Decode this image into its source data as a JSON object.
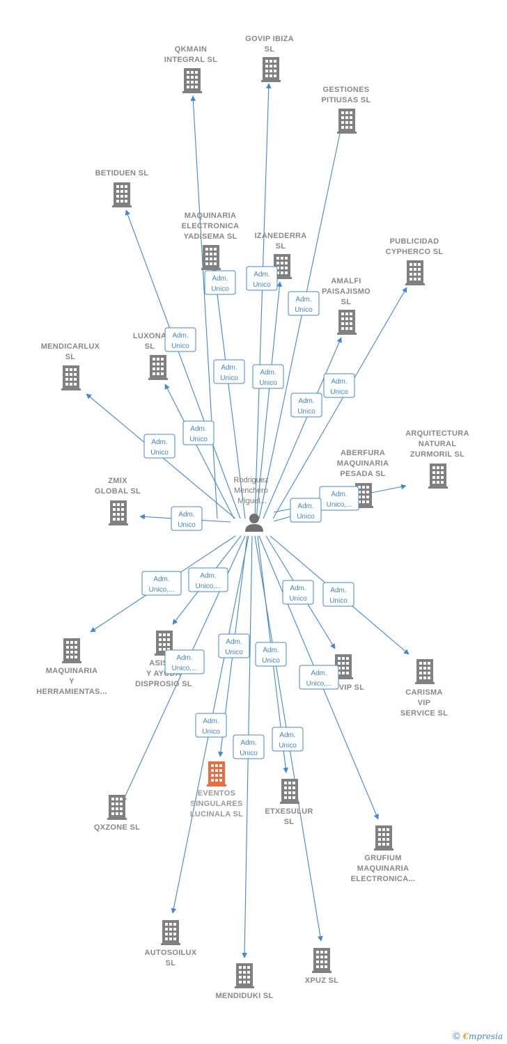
{
  "center": {
    "label": [
      "Rodriguez",
      "Menchero",
      "Miguel..."
    ]
  },
  "colors": {
    "edge": "#3f87d8",
    "building": "#808080",
    "focus": "#f26a3a"
  },
  "companies": [
    {
      "id": "qkmain",
      "label": [
        "QKMAIN",
        "INTEGRAL  SL"
      ],
      "role": "Adm.|Unico"
    },
    {
      "id": "govip",
      "label": [
        "GOVIP IBIZA",
        "SL"
      ],
      "role": "Adm.|Unico"
    },
    {
      "id": "gestiones",
      "label": [
        "GESTIONES",
        "PITIUSAS  SL"
      ],
      "role": "Adm.|Unico"
    },
    {
      "id": "betiduen",
      "label": [
        "BETIDUEN  SL"
      ],
      "role": "Adm.|Unico"
    },
    {
      "id": "maquinaria-yadisema",
      "label": [
        "MAQUINARIA",
        "ELECTRONICA",
        "YADISEMA  SL"
      ],
      "role": "Adm.|Unico"
    },
    {
      "id": "izanederra",
      "label": [
        "IZANEDERRA",
        "SL"
      ],
      "role": "Adm.|Unico"
    },
    {
      "id": "publicidad",
      "label": [
        "PUBLICIDAD",
        "CYPHERCO  SL"
      ],
      "role": "Adm.|Unico"
    },
    {
      "id": "amalfi",
      "label": [
        "AMALFI",
        "PAISAJISMO",
        "SL"
      ],
      "role": "Adm.|Unico"
    },
    {
      "id": "luxona",
      "label": [
        "LUXONA",
        "SL"
      ],
      "role": "Adm.|Unico"
    },
    {
      "id": "mendicarlux",
      "label": [
        "MENDICARLUX",
        "SL"
      ],
      "role": "Adm.|Unico"
    },
    {
      "id": "arquitectura",
      "label": [
        "ARQUITECTURA",
        "NATURAL",
        "ZURMORIL  SL"
      ],
      "role": "Adm.|Unico,..."
    },
    {
      "id": "aberfura",
      "label": [
        "ABERFURA",
        "MAQUINARIA",
        "PESADA  SL"
      ],
      "role": "Adm.|Unico"
    },
    {
      "id": "zmix",
      "label": [
        "ZMIX",
        "GLOBAL  SL"
      ],
      "role": "Adm.|Unico"
    },
    {
      "id": "maquinaria-herr",
      "label": [
        "MAQUINARIA",
        "Y",
        "HERRAMIENTAS..."
      ],
      "role": "Adm.|Unico,..."
    },
    {
      "id": "asiste",
      "label": [
        "ASISTE",
        "Y AYUDA",
        "DISPROSIO  SL"
      ],
      "role": "Adm.|Unico,..."
    },
    {
      "id": "vip",
      "label": [
        "VIP  SL"
      ],
      "role": "Adm.|Unico"
    },
    {
      "id": "carisma",
      "label": [
        "CARISMA",
        "VIP",
        "SERVICE  SL"
      ],
      "role": "Adm.|Unico"
    },
    {
      "id": "qxzone",
      "label": [
        "QXZONE  SL"
      ],
      "role": "Adm.|Unico"
    },
    {
      "id": "eventos",
      "label": [
        "EVENTOS",
        "SINGULARES",
        "LUCINALA  SL"
      ],
      "role": "Adm.|Unico",
      "focus": true
    },
    {
      "id": "etxesulur",
      "label": [
        "ETXESULUR",
        "SL"
      ],
      "role": "Adm.|Unico"
    },
    {
      "id": "grufium",
      "label": [
        "GRUFIUM",
        "MAQUINARIA",
        "ELECTRONICA..."
      ],
      "role": "Adm.|Unico,..."
    },
    {
      "id": "autosoilux",
      "label": [
        "AUTOSOILUX",
        "SL"
      ],
      "role": "Adm.|Unico"
    },
    {
      "id": "mendiduki",
      "label": [
        "MENDIDUKI  SL"
      ],
      "role": "Adm.|Unico"
    },
    {
      "id": "xpuz",
      "label": [
        "XPUZ  SL"
      ],
      "role": "Adm.|Unico"
    },
    {
      "id": "extra",
      "label": [],
      "role": "Adm.|Unico,..."
    }
  ],
  "footer": {
    "copyright": "©",
    "brand_first": "€",
    "brand_rest": "mpresia"
  }
}
